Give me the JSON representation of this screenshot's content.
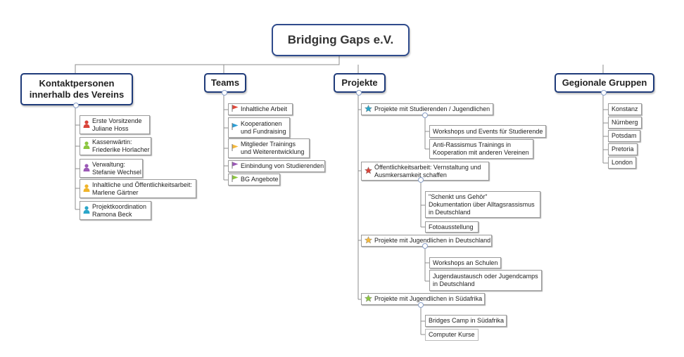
{
  "root": {
    "label": "Bridging Gaps e.V."
  },
  "branches": {
    "kontakt": {
      "label": "Kontaktpersonen innerhalb des Vereins",
      "items": [
        {
          "label": "Erste Vorsitzende\nJuliane Hoss",
          "icon": "person-red-icon",
          "color": "#d9443a"
        },
        {
          "label": "Kassenwärtin:\nFriederike Horlacher",
          "icon": "person-green-icon",
          "color": "#8cc63f"
        },
        {
          "label": "Verwaltung:\nStefanie Wechsel",
          "icon": "person-purple-icon",
          "color": "#9b59b6"
        },
        {
          "label": "Inhaltliche und Öffentlichkeitsarbeit:\nMarlene Gärtner",
          "icon": "person-yellow-icon",
          "color": "#f0b429"
        },
        {
          "label": "Projektkoordination\nRamona Beck",
          "icon": "person-teal-icon",
          "color": "#2aa6c9"
        }
      ]
    },
    "teams": {
      "label": "Teams",
      "items": [
        {
          "label": "Inhaltliche Arbeit",
          "icon": "flag-red-icon",
          "color": "#e0473a"
        },
        {
          "label": "Kooperationen\nund Fundraising",
          "icon": "flag-blue-icon",
          "color": "#2e9fd6"
        },
        {
          "label": "Mitglieder Trainings\nund Weiterentwicklung",
          "icon": "flag-yellow-icon",
          "color": "#f5b93b"
        },
        {
          "label": "Einbindung von Studierenden",
          "icon": "flag-purple-icon",
          "color": "#9b59b6"
        },
        {
          "label": "BG Angebote",
          "icon": "flag-green-icon",
          "color": "#8cc63f"
        }
      ]
    },
    "projekte": {
      "label": "Projekte",
      "groups": [
        {
          "label": "Projekte mit Studierenden / Jugendlichen",
          "icon": "star-teal-icon",
          "color": "#2aa6c9",
          "children": [
            "Workshops und Events für Studierende",
            "Anti-Rassismus Trainings in\nKooperation mit anderen Vereinen"
          ]
        },
        {
          "label": "Öffentlichkeitsarbeit: Vernstaltung und\nAusmkersamkeit schaffen",
          "icon": "star-red-icon",
          "color": "#d9443a",
          "children": [
            "\"Schenkt uns Gehör\"\nDokumentation über Alltagsrassismus\nin Deutschland",
            "Fotoausstellung"
          ]
        },
        {
          "label": "Projekte mit Jugendlichen in Deutschland",
          "icon": "star-yellow-icon",
          "color": "#f5b93b",
          "children": [
            "Workshops an Schulen",
            "Jugendaustausch oder Jugendcamps\nin Deutschland"
          ]
        },
        {
          "label": "Projekte mit Jugendlichen in Südafrika",
          "icon": "star-green-icon",
          "color": "#8cc63f",
          "children": [
            "Bridges Camp in Südafrika",
            "Computer Kurse"
          ]
        }
      ]
    },
    "regional": {
      "label": "Gegionale Gruppen",
      "items": [
        "Konstanz",
        "Nürnberg",
        "Potsdam",
        "Pretoria",
        "London"
      ]
    }
  }
}
